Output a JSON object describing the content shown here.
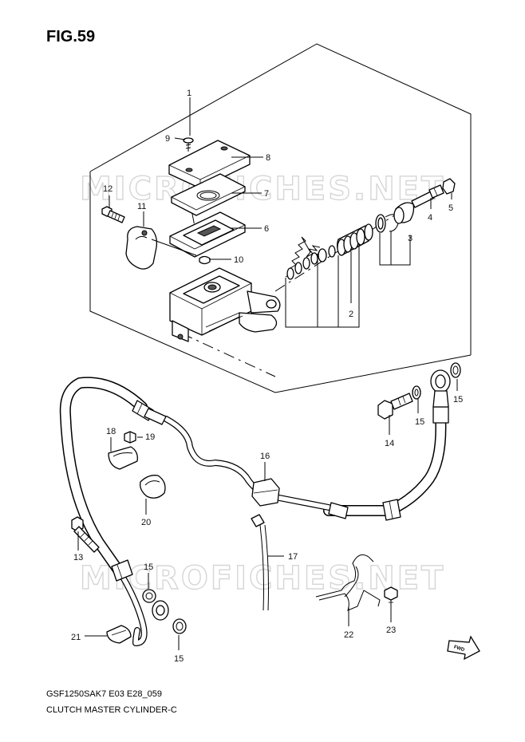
{
  "figure": {
    "title": "FIG.59"
  },
  "watermark": {
    "text": "MICROFICHES.NET"
  },
  "footer": {
    "model_line": "GSF1250SAK7 E03 E28_059",
    "caption": "CLUTCH MASTER CYLINDER-C"
  },
  "fwd_arrow": {
    "label": "FWD"
  },
  "callouts": [
    "1",
    "2",
    "3",
    "4",
    "5",
    "6",
    "7",
    "8",
    "9",
    "10",
    "11",
    "12",
    "13",
    "14",
    "15",
    "15",
    "15",
    "15",
    "16",
    "17",
    "18",
    "19",
    "20",
    "21",
    "22",
    "23"
  ]
}
